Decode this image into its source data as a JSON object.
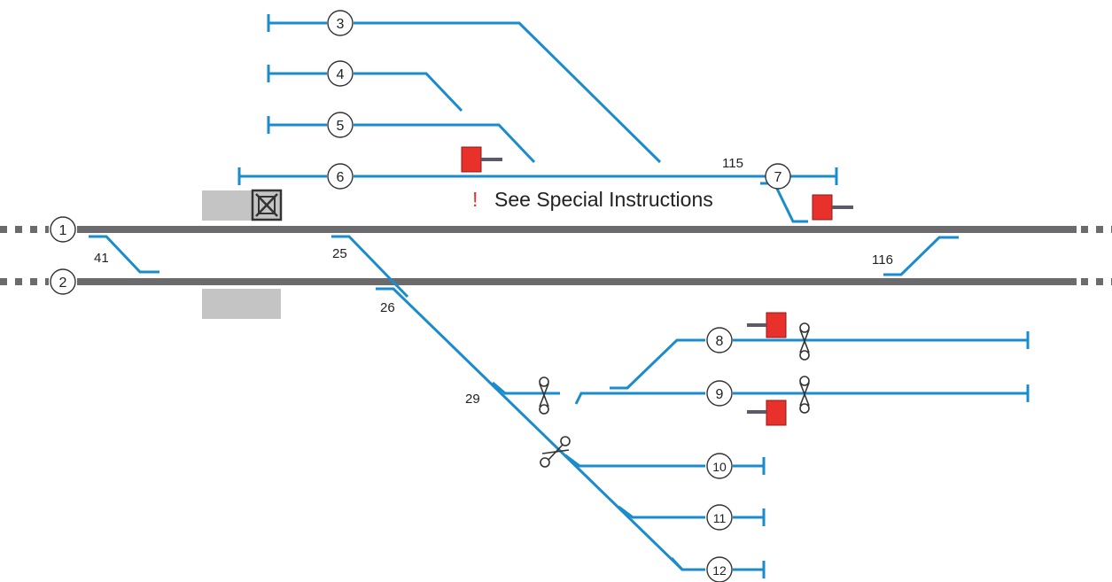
{
  "notice": {
    "mark": "!",
    "text": "See Special Instructions"
  },
  "main_tracks": [
    {
      "number": "1"
    },
    {
      "number": "2"
    }
  ],
  "sidings": [
    {
      "number": "3"
    },
    {
      "number": "4"
    },
    {
      "number": "5"
    },
    {
      "number": "6"
    },
    {
      "number": "7"
    },
    {
      "number": "8"
    },
    {
      "number": "9"
    },
    {
      "number": "10"
    },
    {
      "number": "11"
    },
    {
      "number": "12"
    }
  ],
  "switches": [
    {
      "number": "115"
    },
    {
      "number": "41"
    },
    {
      "number": "25"
    },
    {
      "number": "116"
    },
    {
      "number": "26"
    },
    {
      "number": "29"
    }
  ],
  "colors": {
    "track": "#1a8ccc",
    "main_track": "#6b6b6d",
    "signal": "#e8312a",
    "platform": "#c4c4c4"
  }
}
